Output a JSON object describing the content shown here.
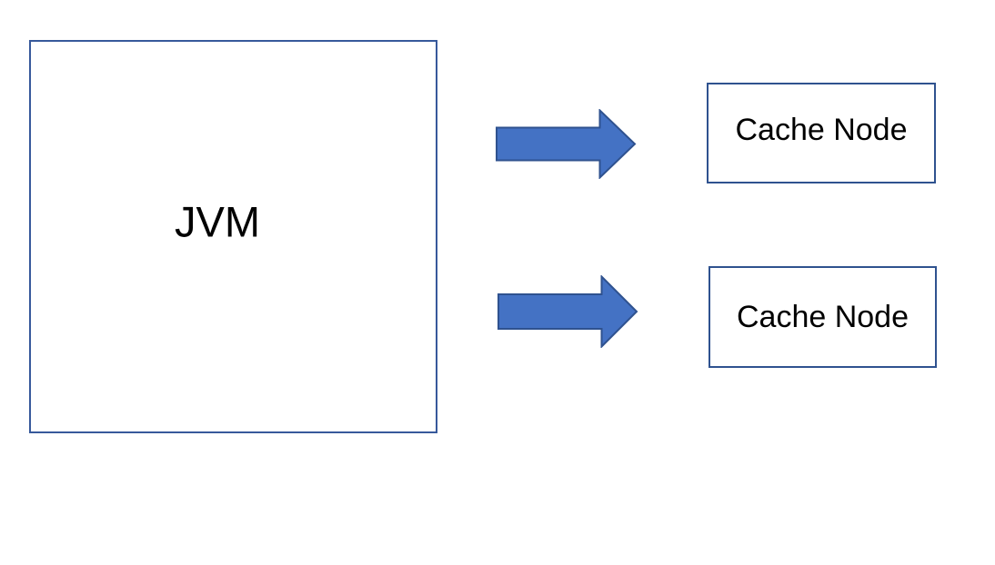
{
  "diagram": {
    "jvm_box": {
      "label": "JVM"
    },
    "cache_nodes": [
      {
        "label": "Cache Node"
      },
      {
        "label": "Cache Node"
      }
    ],
    "arrows": [
      {
        "name": "arrow-jvm-to-cache-node-1",
        "direction": "right"
      },
      {
        "name": "arrow-jvm-to-cache-node-2",
        "direction": "right"
      }
    ]
  },
  "colors": {
    "background": "#ffffff",
    "text": "#000000",
    "jvm_border": "#37599B",
    "cache_border": "#2F528F",
    "arrow_fill": "#4472C4",
    "arrow_stroke": "#2F528F"
  }
}
